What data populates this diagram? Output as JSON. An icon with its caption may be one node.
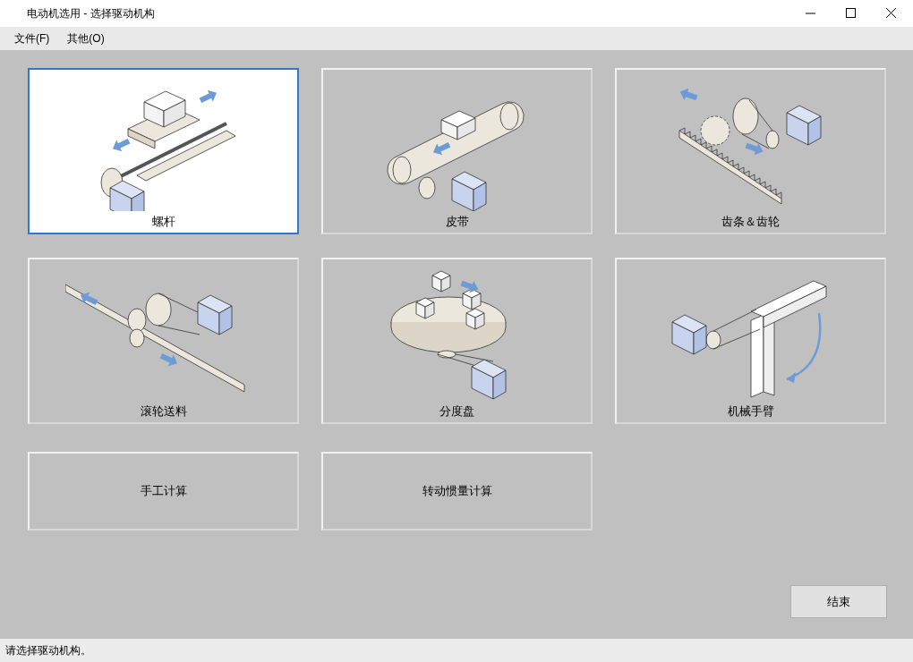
{
  "diagram": {
    "nodes": [
      {
        "text": [
          "螺杆"
        ]
      },
      {
        "text": [
          "皮带"
        ]
      },
      {
        "text": [
          "齿条＆齿轮"
        ]
      },
      {
        "text": [
          "滚轮送料"
        ]
      },
      {
        "text": [
          "分度盘"
        ]
      },
      {
        "text": [
          "机械手臂"
        ]
      },
      {
        "text": [
          "手工计算"
        ]
      },
      {
        "text": [
          "转动惯量计算"
        ]
      },
      {
        "text": [
          "结束"
        ]
      }
    ],
    "labels": [
      "电动机选用 - 选择驱动机构",
      "文件(F)",
      "其他(O)",
      "请选择驱动机构。"
    ]
  }
}
